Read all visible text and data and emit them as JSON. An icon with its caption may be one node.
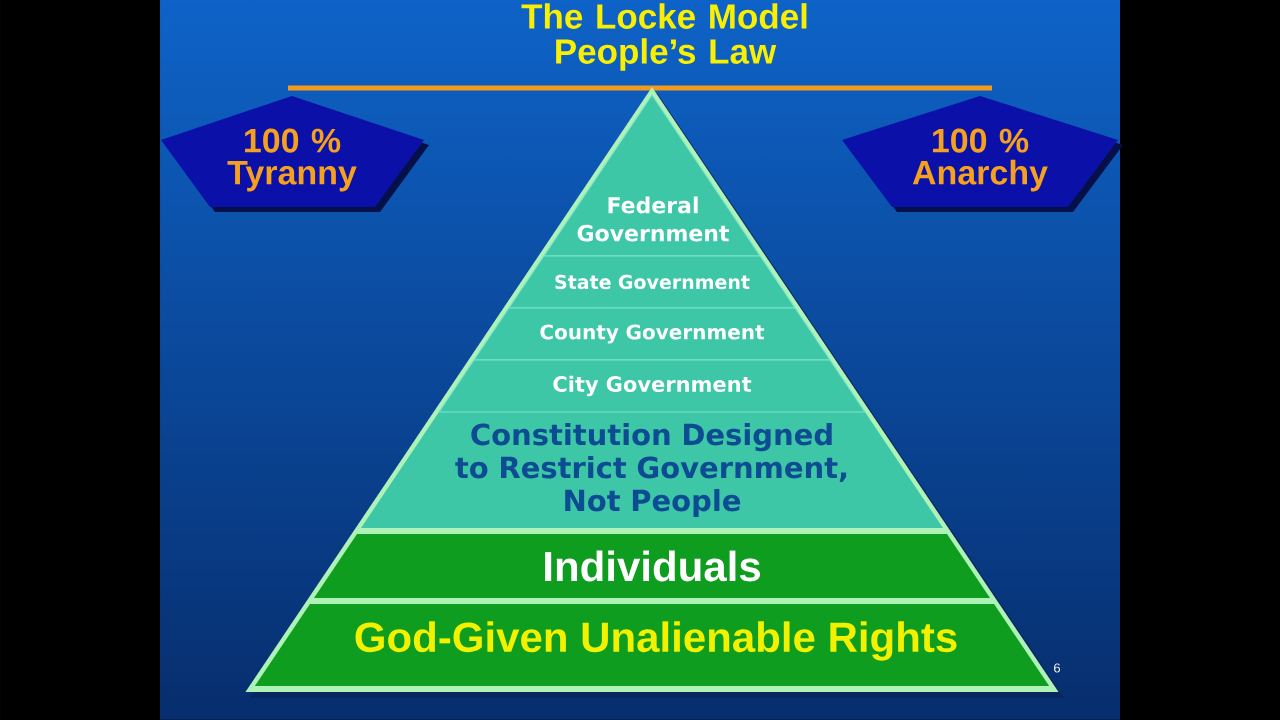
{
  "diagram": {
    "title": "The Locke Model People’s Law",
    "nodes": [
      {
        "text": [
          "100 % Tyranny"
        ]
      },
      {
        "text": [
          "100 % Anarchy"
        ]
      },
      {
        "text": [
          "Federal Government"
        ]
      },
      {
        "text": [
          "State Government"
        ]
      },
      {
        "text": [
          "County Government"
        ]
      },
      {
        "text": [
          "City Government"
        ]
      },
      {
        "text": [
          "Individuals"
        ]
      },
      {
        "text": [
          "God-Given Unalienable Rights"
        ]
      }
    ],
    "labels": [
      "Constitution Designed to Restrict Government, Not People",
      "6"
    ]
  }
}
